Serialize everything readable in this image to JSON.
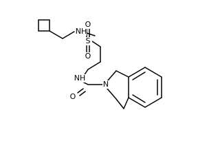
{
  "diagram": {
    "atoms": {
      "n_sulfonamide": {
        "element": "N",
        "hydrogens": "H",
        "label": "NH"
      },
      "s_sulfonyl": {
        "element": "S",
        "label": "S"
      },
      "o_sulfonyl_top": {
        "element": "O",
        "label": "O"
      },
      "o_sulfonyl_bottom": {
        "element": "O",
        "label": "O"
      },
      "n_amide": {
        "element": "N",
        "hydrogens": "H",
        "label": "NH"
      },
      "o_carbonyl": {
        "element": "O",
        "label": "O"
      },
      "n_ring": {
        "element": "N",
        "label": "N"
      }
    }
  }
}
